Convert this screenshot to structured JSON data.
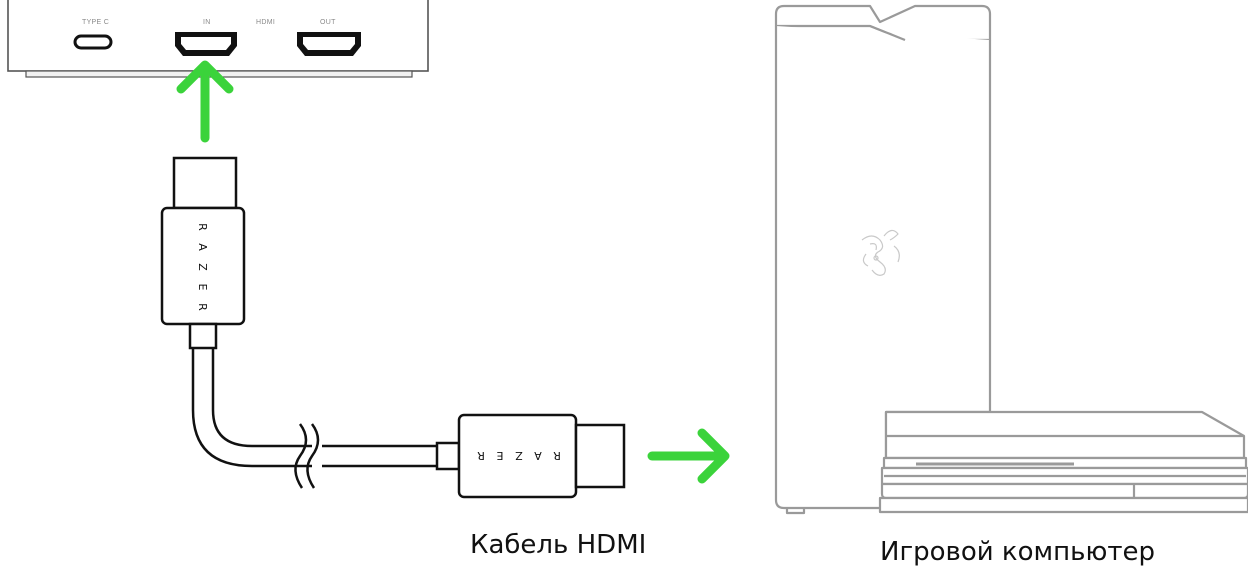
{
  "device": {
    "port_labels": {
      "type_c": "TYPE C",
      "in": "IN",
      "hdmi": "HDMI",
      "out": "OUT"
    }
  },
  "cable": {
    "brand_vertical": [
      "R",
      "A",
      "Z",
      "E",
      "R"
    ],
    "brand_horizontal": [
      "R",
      "A",
      "Z",
      "E",
      "R"
    ]
  },
  "captions": {
    "cable": "Кабель HDMI",
    "computer": "Игровой компьютер"
  },
  "colors": {
    "arrow": "#3bd33b",
    "line": "#1a1a1a",
    "device_outline": "#555555",
    "pc_outline": "#9a9a9a"
  },
  "icons": [
    "razer-logo-icon",
    "arrow-up-icon",
    "arrow-right-icon",
    "hdmi-port-icon",
    "usb-c-port-icon"
  ]
}
